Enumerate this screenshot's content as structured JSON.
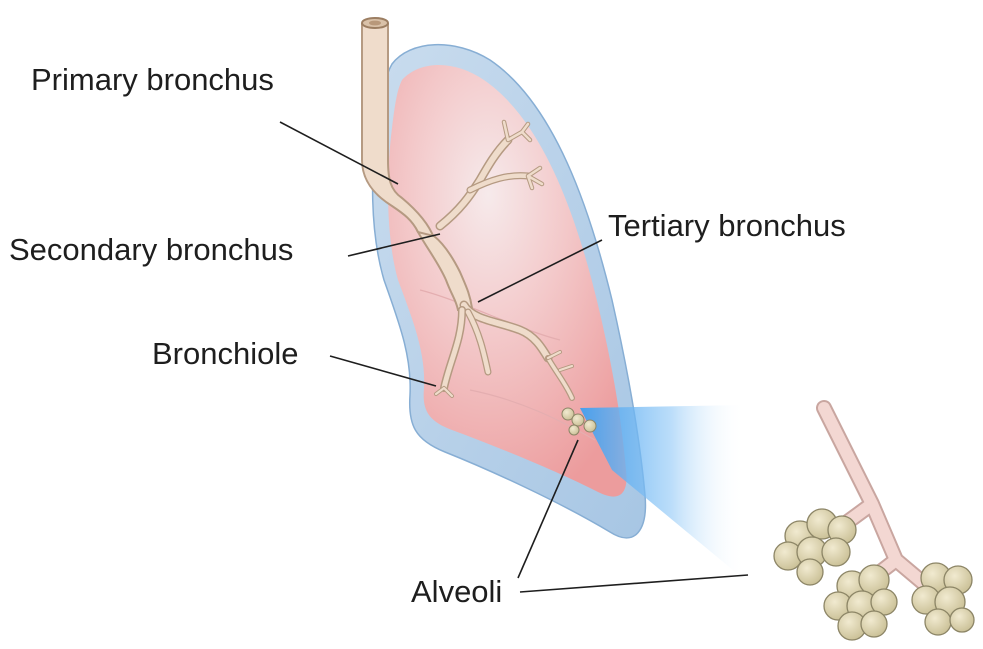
{
  "diagram": {
    "labels": {
      "primary_bronchus": "Primary bronchus",
      "secondary_bronchus": "Secondary bronchus",
      "tertiary_bronchus": "Tertiary bronchus",
      "bronchiole": "Bronchiole",
      "alveoli": "Alveoli"
    },
    "colors": {
      "pleura": "#a9c8e6",
      "lung_tissue": "#ef9a9a",
      "lung_highlight": "#f6e9ea",
      "airway": "#efdccb",
      "airway_outline": "#b59a82",
      "alveoli": "#d6cfaa",
      "alveoli_outline": "#8c8566",
      "zoom_beam": "#4aa8f2",
      "leader_line": "#1e1e1e"
    }
  }
}
